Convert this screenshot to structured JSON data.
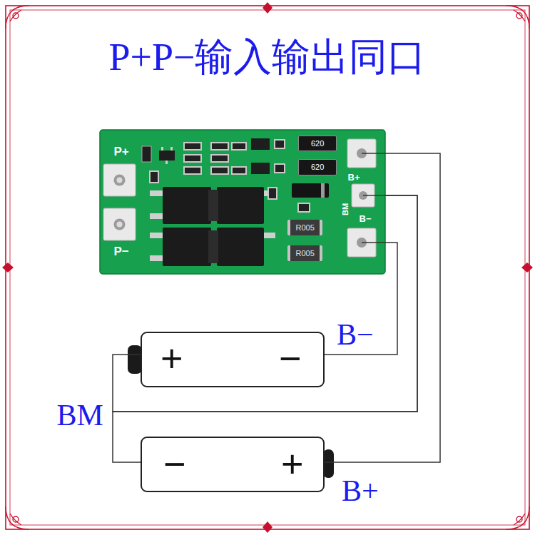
{
  "diagram": {
    "title": "P+P−输入输出同口",
    "nodes": [
      {
        "text": [
          "P+",
          "P−",
          "B+",
          "BM",
          "B−"
        ]
      },
      {
        "text": [
          "620"
        ],
        "in": 0
      },
      {
        "text": [
          "620"
        ],
        "in": 0
      },
      {
        "text": [
          "R005"
        ],
        "in": 0
      },
      {
        "text": [
          "R005"
        ],
        "in": 0
      },
      {
        "text": [
          "+",
          "−"
        ]
      },
      {
        "text": [
          "−",
          "+"
        ]
      }
    ],
    "edges": [
      {
        "from": 0,
        "to": 6,
        "arrow": "none"
      },
      {
        "from": 0,
        "to": 5,
        "arrow": "none"
      },
      {
        "from": 0,
        "to": 6,
        "arrow": "none"
      },
      {
        "from": 0,
        "to": 5,
        "arrow": "none"
      }
    ],
    "labels": [
      "B−",
      "BM",
      "B+"
    ]
  }
}
